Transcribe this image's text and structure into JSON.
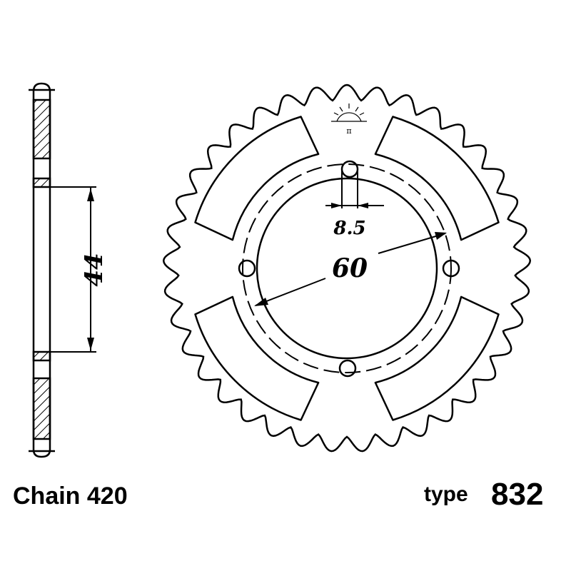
{
  "dimensions": {
    "bolt_hole": "8.5",
    "bolt_circle": "60",
    "hub_offset": "44"
  },
  "caption": {
    "chain": "Chain 420",
    "type_label": "type",
    "type_number": "832"
  },
  "colors": {
    "line": "#000000",
    "background": "#ffffff"
  }
}
